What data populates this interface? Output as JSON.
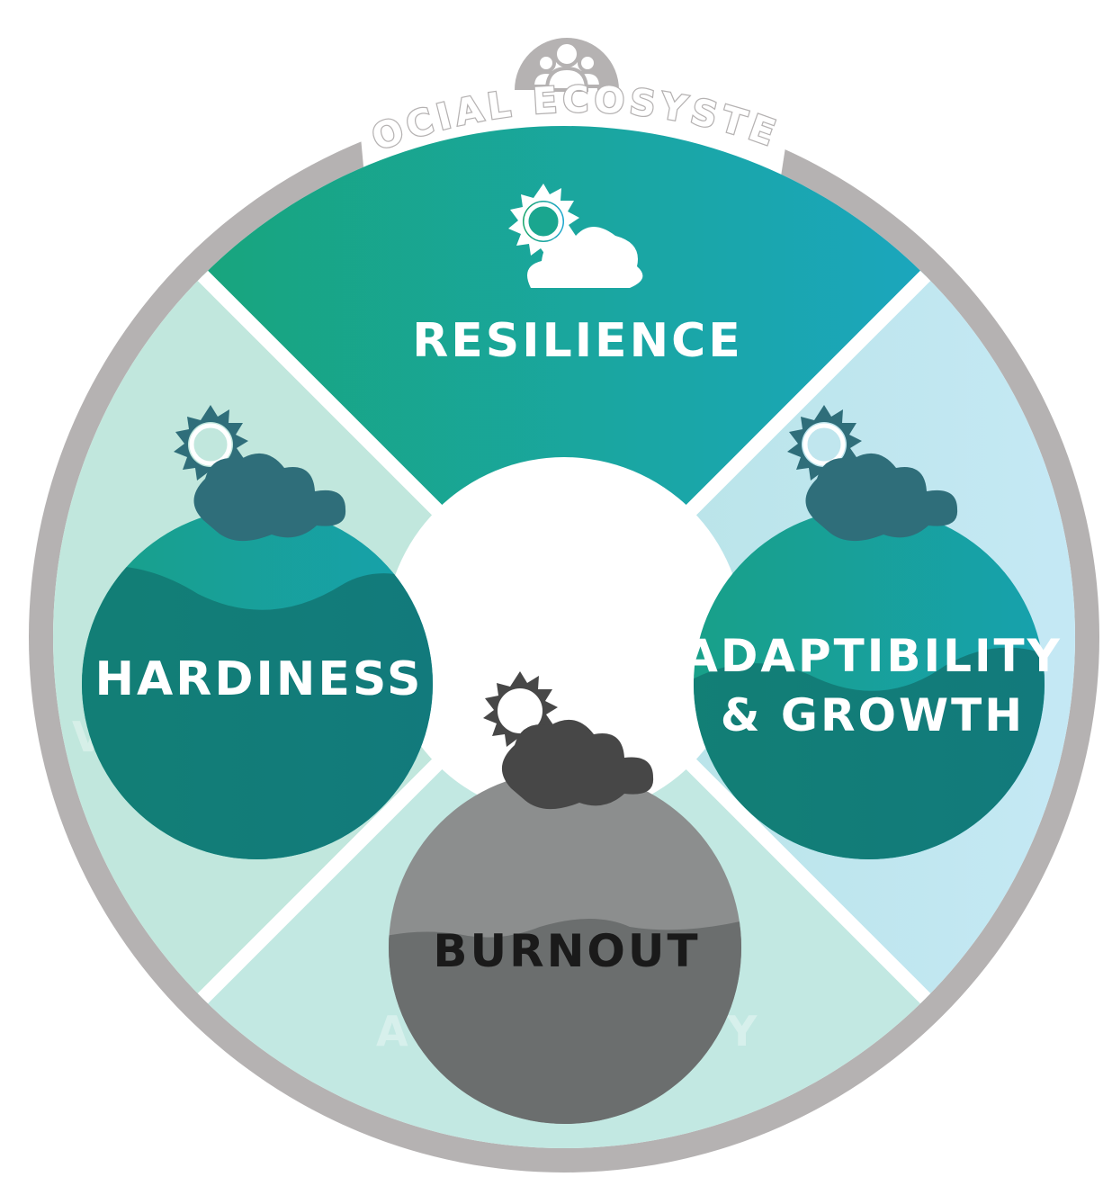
{
  "header": {
    "arc_label": "SOCIAL ECOSYSTEM"
  },
  "segments": {
    "top": {
      "label": "RESILIENCE"
    },
    "left": {
      "label": "HARDINESS"
    },
    "right": {
      "line1": "ADAPTIBILITY",
      "line2": "& GROWTH"
    },
    "bottom": {
      "label": "BURNOUT"
    }
  },
  "faded_text": {
    "left": "V",
    "bottom_left": "A",
    "bottom_right": "Y"
  },
  "icons": {
    "top": "sun-cloud-icon",
    "left": "sun-cloud-icon",
    "right": "sun-cloud-icon",
    "bottom": "sun-cloud-icon",
    "group": "people-group-icon"
  },
  "colors": {
    "ring": "#b5b2b2",
    "resilience_start": "#17a56b",
    "resilience_end": "#1ca6cf",
    "left_quadrant": "#c1e7dd",
    "right_quadrant": "#c3e9f3",
    "bottom_quadrant": "#c2e8e2",
    "teal_ball": "#1a9c91",
    "teal_ball_dark": "#117c77",
    "teal_cloud": "#2f6e7a",
    "grey_ball": "#8c8e8e",
    "grey_ball_dark": "#6b6e6e",
    "grey_cloud": "#474747"
  }
}
